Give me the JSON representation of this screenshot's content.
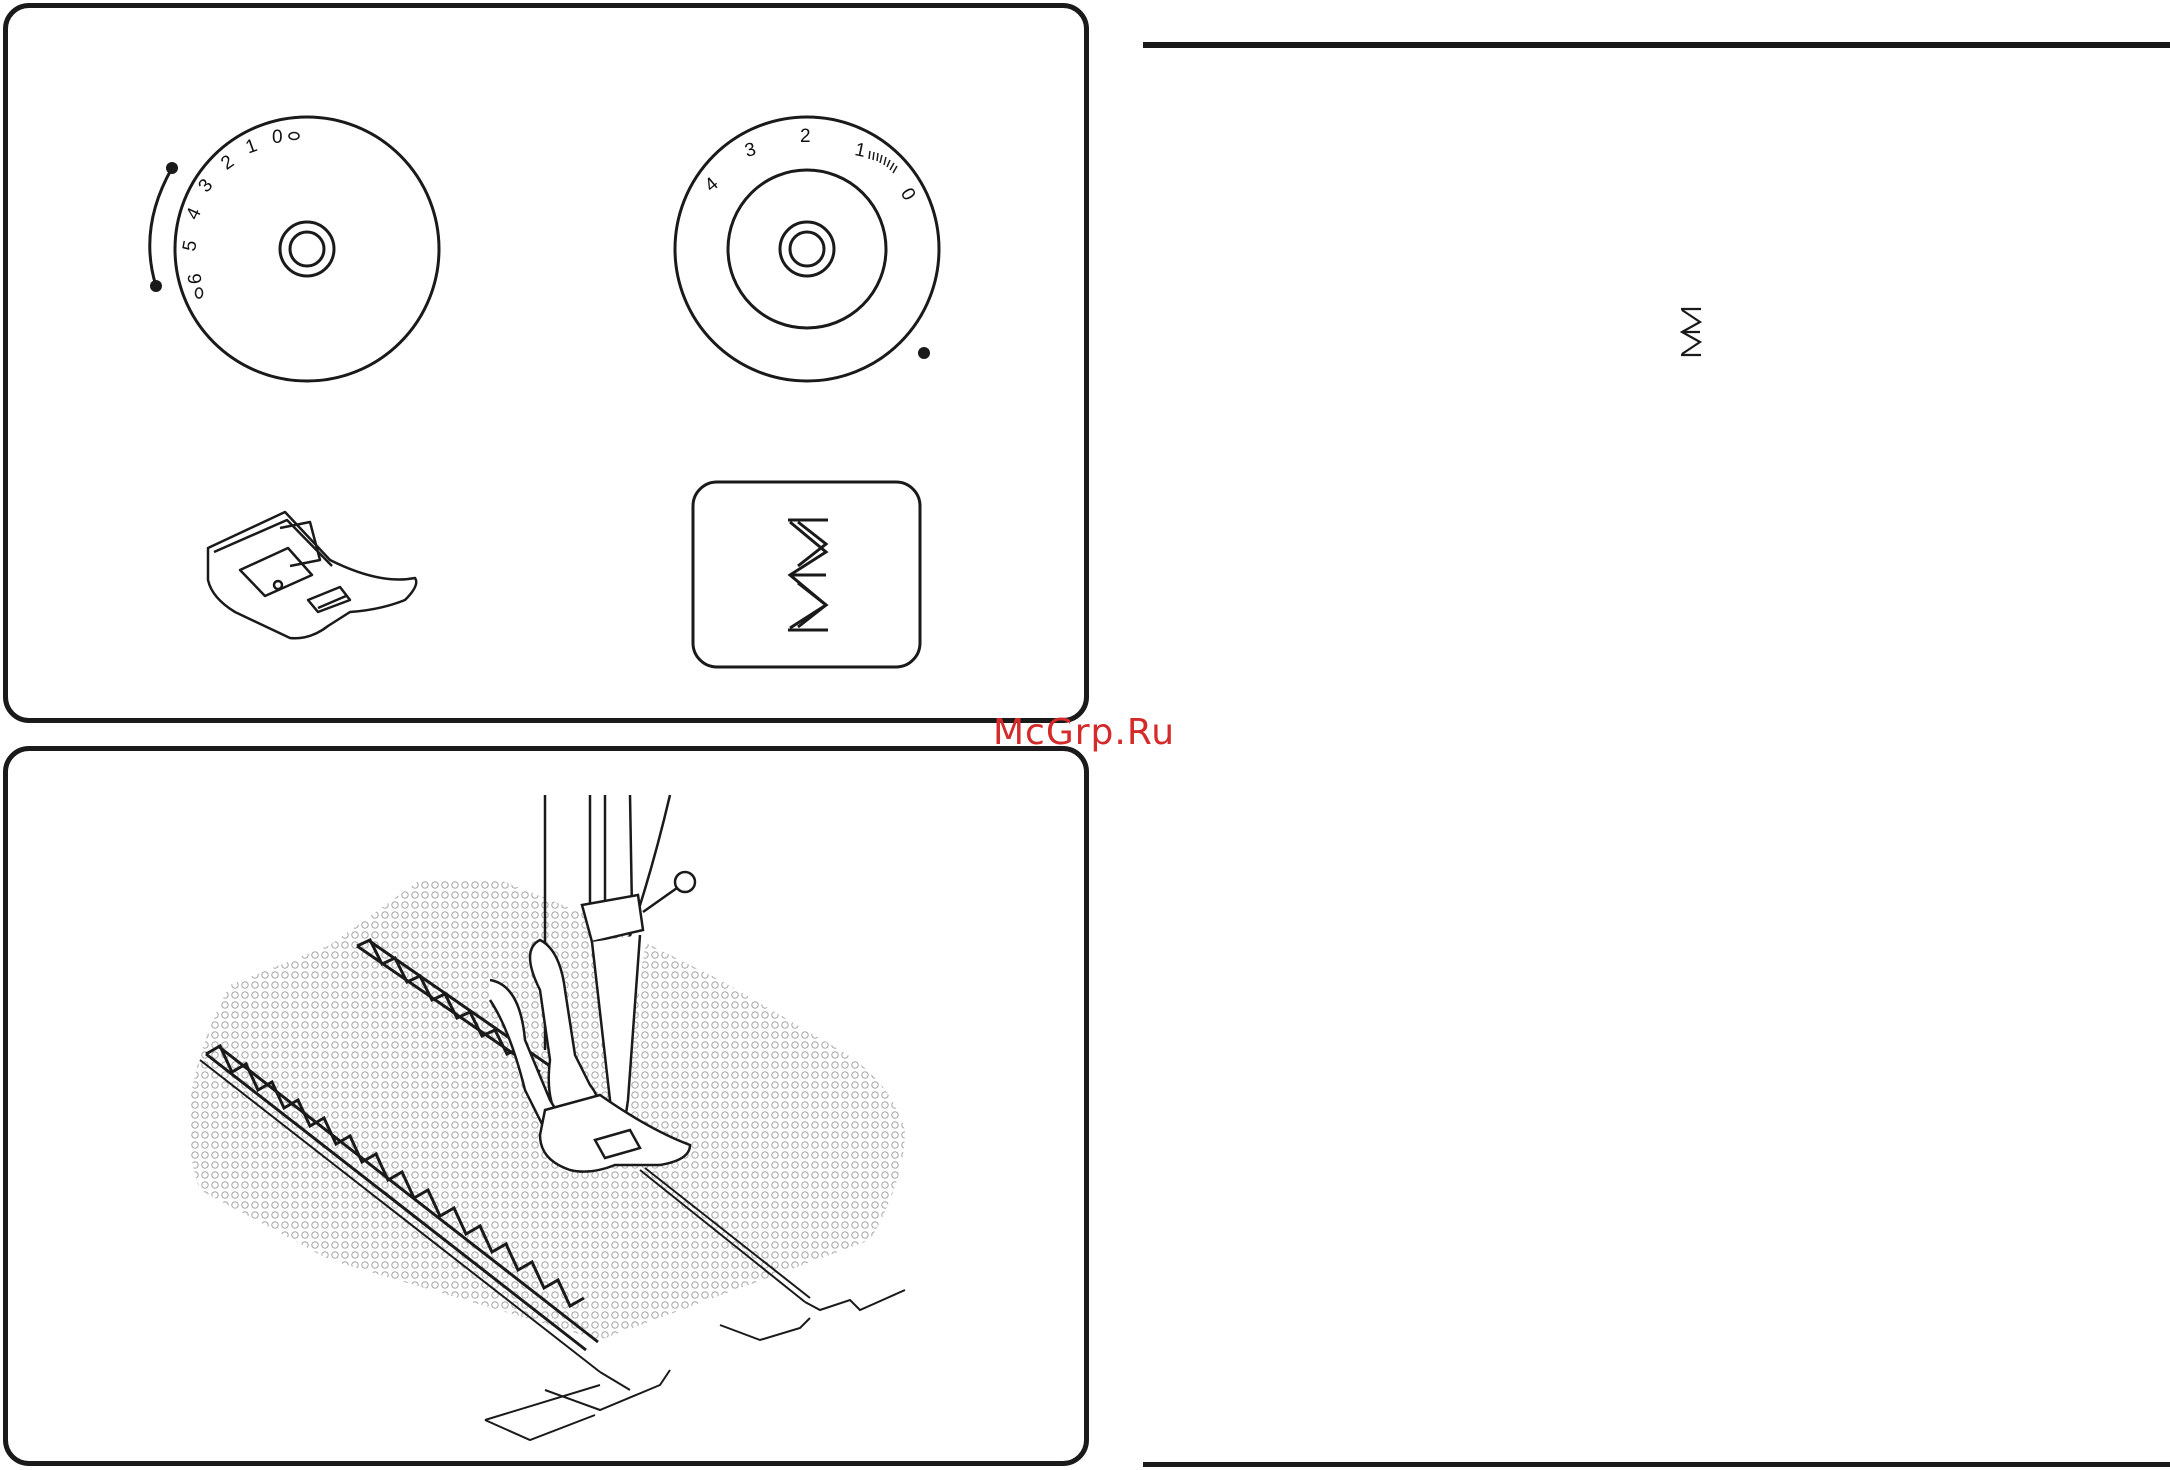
{
  "watermark": "McGrp.Ru",
  "stitch_length_dial": {
    "numbers": [
      "0",
      "1",
      "2",
      "3",
      "4",
      "5",
      "6"
    ]
  },
  "stitch_width_dial": {
    "numbers": [
      "0",
      "1",
      "2",
      "3",
      "4"
    ]
  },
  "presser_foot": {
    "icon": "zigzag-presser-foot-icon"
  },
  "stitch_pattern": {
    "icon": "triple-zigzag-stitch-icon"
  },
  "illustration": {
    "icon": "sewing-fabric-overlock-illustration"
  },
  "colors": {
    "line": "#1a1a1a",
    "watermark": "#d42a2a",
    "background": "#ffffff"
  }
}
